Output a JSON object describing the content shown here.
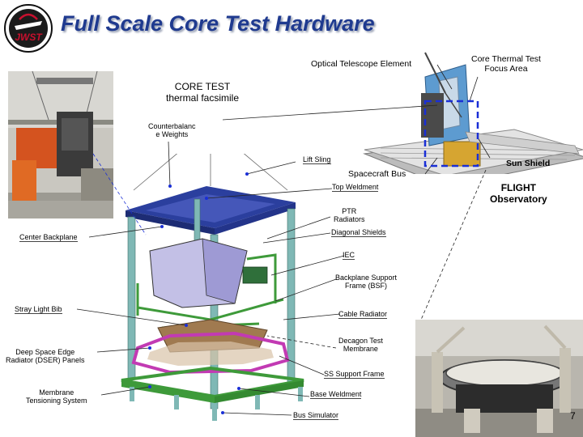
{
  "title": "Full Scale Core Test Hardware",
  "logo": {
    "text": "JWST",
    "icon": "jwst-logo-icon"
  },
  "labels": {
    "optical_telescope_element": "Optical Telescope Element",
    "core_thermal_focus_1": "Core Thermal Test",
    "core_thermal_focus_2": "Focus Area",
    "core_test_1": "CORE TEST",
    "core_test_2": "thermal facsimile",
    "counterbalance_1": "Counterbalanc",
    "counterbalance_2": "e Weights",
    "lift_sling": "Lift Sling",
    "spacecraft_bus": "Spacecraft Bus",
    "sun_shield": "Sun Shield",
    "flight_observatory_1": "FLIGHT",
    "flight_observatory_2": "Observatory",
    "top_weldment": "Top Weldment",
    "ptr_radiators_1": "PTR",
    "ptr_radiators_2": "Radiators",
    "diagonal_shields": "Diagonal Shields",
    "center_backplane": "Center Backplane",
    "iec": "IEC",
    "bsf_1": "Backplane Support",
    "bsf_2": "Frame (BSF)",
    "stray_light_bib": "Stray Light Bib",
    "cable_radiator": "Cable Radiator",
    "decagon_1": "Decagon Test",
    "decagon_2": "Membrane",
    "dser_1": "Deep Space Edge",
    "dser_2": "Radiator (DSER) Panels",
    "ss_support_frame": "SS Support Frame",
    "membrane_1": "Membrane",
    "membrane_2": "Tensioning System",
    "base_weldment": "Base Weldment",
    "bus_simulator": "Bus Simulator"
  },
  "page_number": "7",
  "colors": {
    "title": "#1f3a8f",
    "focus_box": "#1a2fd6",
    "frame_blue": "#2b3f9e",
    "column_teal": "#7fb8b5",
    "green_frame": "#3e9a3a",
    "magenta": "#c23ab3"
  }
}
